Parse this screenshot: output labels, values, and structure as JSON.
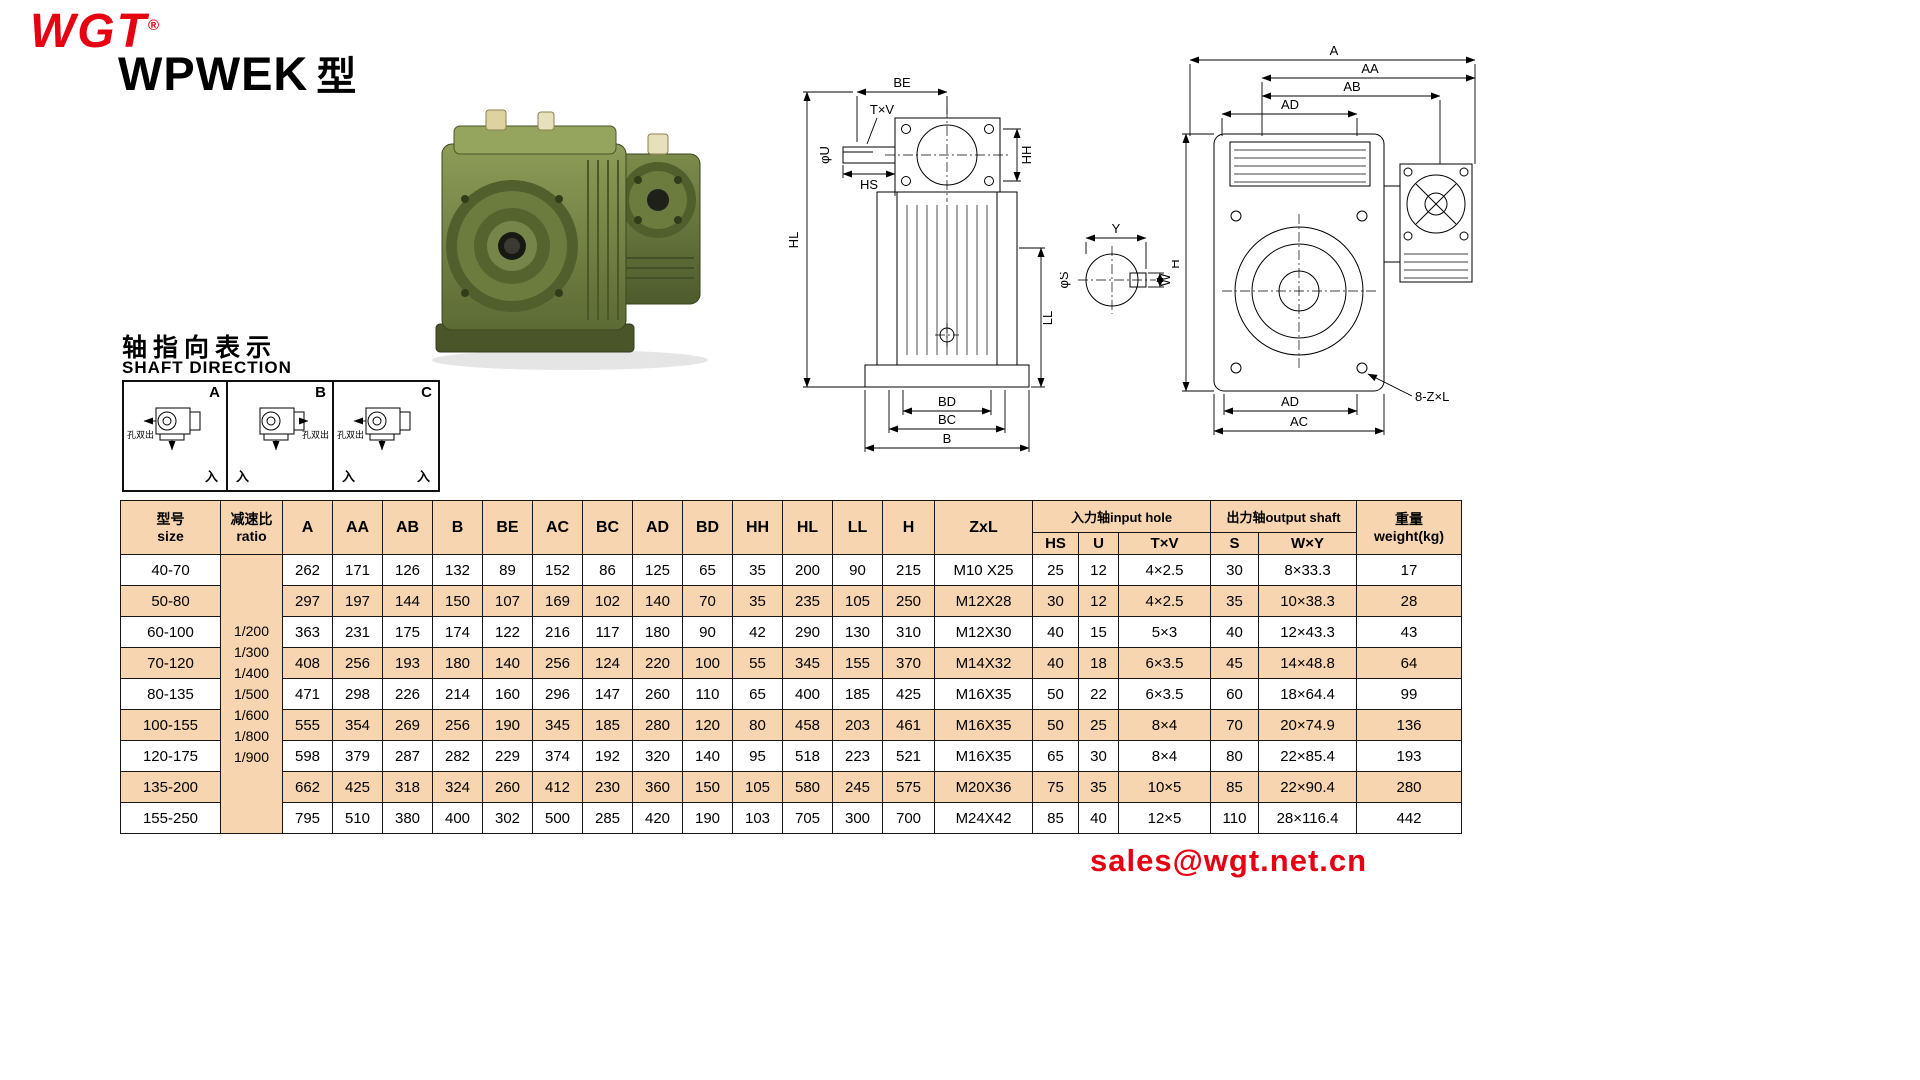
{
  "page": {
    "logo": "WGT",
    "logo_reg": "®",
    "title": "WPWEK",
    "title_suffix": "型",
    "email": "sales@wgt.net.cn"
  },
  "shaft_direction": {
    "title_cn": "轴指向表示",
    "title_en": "SHAFT DIRECTION",
    "panels": [
      {
        "label": "A",
        "hole_text": "孔双出",
        "in_text": "入"
      },
      {
        "label": "B",
        "hole_text": "孔双出",
        "in_text": "入"
      },
      {
        "label": "C",
        "hole_text": "孔双出",
        "in_text": "入"
      }
    ]
  },
  "drawings": {
    "front": {
      "BE": "BE",
      "TxV": "T×V",
      "HH": "HH",
      "phiU": "φU",
      "HS": "HS",
      "HL": "HL",
      "LL": "LL",
      "BD": "BD",
      "BC": "BC",
      "B": "B"
    },
    "section": {
      "Y": "Y",
      "W": "W",
      "phiS": "φS"
    },
    "side": {
      "A": "A",
      "AA": "AA",
      "AB": "AB",
      "AD_top": "AD",
      "H": "H",
      "AD_bottom": "AD",
      "AC": "AC",
      "ZxL": "8-Z×L"
    }
  },
  "table": {
    "headers": {
      "size_cn": "型号",
      "size_en": "size",
      "ratio_cn": "减速比",
      "ratio_en": "ratio",
      "dims": [
        "A",
        "AA",
        "AB",
        "B",
        "BE",
        "AC",
        "BC",
        "AD",
        "BD",
        "HH",
        "HL",
        "LL",
        "H"
      ],
      "zxl": "ZxL",
      "input_group": "入力轴input hole",
      "input_cols": [
        "HS",
        "U",
        "T×V"
      ],
      "output_group": "出力轴output shaft",
      "output_cols": [
        "S",
        "W×Y"
      ],
      "weight_cn": "重量",
      "weight_en": "weight(kg)"
    },
    "ratio_values": [
      "1/200",
      "1/300",
      "1/400",
      "1/500",
      "1/600",
      "1/800",
      "1/900"
    ],
    "rows": [
      {
        "size": "40-70",
        "dims": [
          262,
          171,
          126,
          132,
          89,
          152,
          86,
          125,
          65,
          35,
          200,
          90,
          215
        ],
        "zxl": "M10 X25",
        "hs": 25,
        "u": 12,
        "txv": "4×2.5",
        "s": 30,
        "wxy": "8×33.3",
        "weight": 17
      },
      {
        "size": "50-80",
        "dims": [
          297,
          197,
          144,
          150,
          107,
          169,
          102,
          140,
          70,
          35,
          235,
          105,
          250
        ],
        "zxl": "M12X28",
        "hs": 30,
        "u": 12,
        "txv": "4×2.5",
        "s": 35,
        "wxy": "10×38.3",
        "weight": 28
      },
      {
        "size": "60-100",
        "dims": [
          363,
          231,
          175,
          174,
          122,
          216,
          117,
          180,
          90,
          42,
          290,
          130,
          310
        ],
        "zxl": "M12X30",
        "hs": 40,
        "u": 15,
        "txv": "5×3",
        "s": 40,
        "wxy": "12×43.3",
        "weight": 43
      },
      {
        "size": "70-120",
        "dims": [
          408,
          256,
          193,
          180,
          140,
          256,
          124,
          220,
          100,
          55,
          345,
          155,
          370
        ],
        "zxl": "M14X32",
        "hs": 40,
        "u": 18,
        "txv": "6×3.5",
        "s": 45,
        "wxy": "14×48.8",
        "weight": 64
      },
      {
        "size": "80-135",
        "dims": [
          471,
          298,
          226,
          214,
          160,
          296,
          147,
          260,
          110,
          65,
          400,
          185,
          425
        ],
        "zxl": "M16X35",
        "hs": 50,
        "u": 22,
        "txv": "6×3.5",
        "s": 60,
        "wxy": "18×64.4",
        "weight": 99
      },
      {
        "size": "100-155",
        "dims": [
          555,
          354,
          269,
          256,
          190,
          345,
          185,
          280,
          120,
          80,
          458,
          203,
          461
        ],
        "zxl": "M16X35",
        "hs": 50,
        "u": 25,
        "txv": "8×4",
        "s": 70,
        "wxy": "20×74.9",
        "weight": 136
      },
      {
        "size": "120-175",
        "dims": [
          598,
          379,
          287,
          282,
          229,
          374,
          192,
          320,
          140,
          95,
          518,
          223,
          521
        ],
        "zxl": "M16X35",
        "hs": 65,
        "u": 30,
        "txv": "8×4",
        "s": 80,
        "wxy": "22×85.4",
        "weight": 193
      },
      {
        "size": "135-200",
        "dims": [
          662,
          425,
          318,
          324,
          260,
          412,
          230,
          360,
          150,
          105,
          580,
          245,
          575
        ],
        "zxl": "M20X36",
        "hs": 75,
        "u": 35,
        "txv": "10×5",
        "s": 85,
        "wxy": "22×90.4",
        "weight": 280
      },
      {
        "size": "155-250",
        "dims": [
          795,
          510,
          380,
          400,
          302,
          500,
          285,
          420,
          190,
          103,
          705,
          300,
          700
        ],
        "zxl": "M24X42",
        "hs": 85,
        "u": 40,
        "txv": "12×5",
        "s": 110,
        "wxy": "28×116.4",
        "weight": 442
      }
    ]
  },
  "colors": {
    "accent_red": "#e60012",
    "table_peach": "#f6d5b0"
  }
}
